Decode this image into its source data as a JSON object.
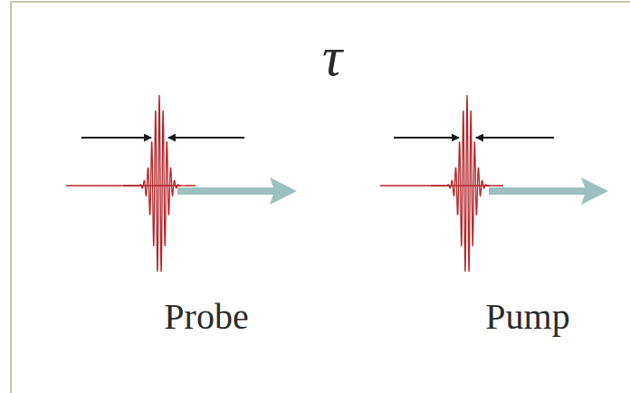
{
  "diagram": {
    "labels": [
      "τ",
      "Probe",
      "Pump"
    ]
  }
}
